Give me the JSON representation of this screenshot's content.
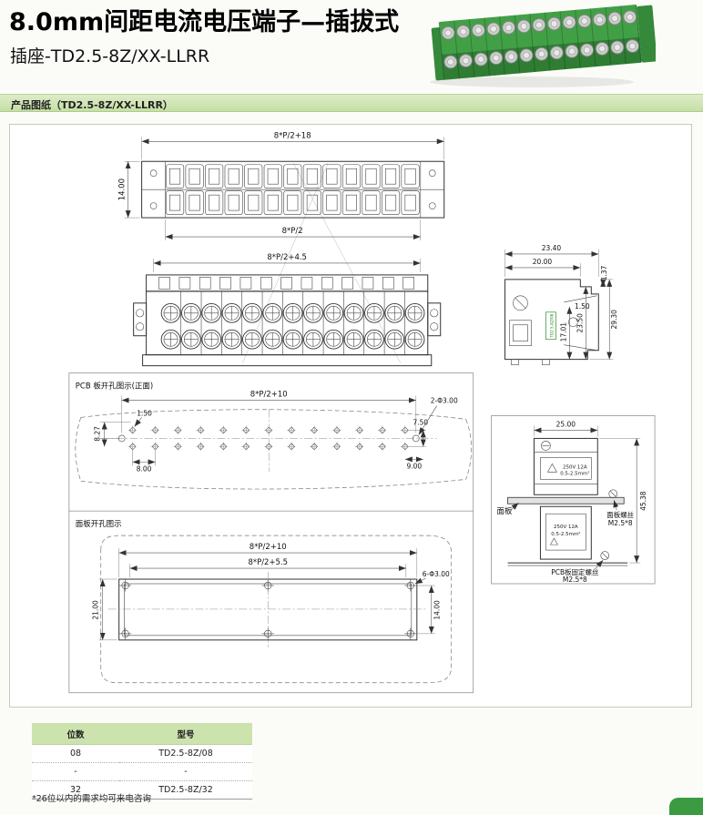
{
  "header": {
    "title": "8.0mm间距电流电压端子—插拔式",
    "subtitle": "插座-TD2.5-8Z/XX-LLRR",
    "section_label": "产品图纸（TD2.5-8Z/XX-LLRR）"
  },
  "colors": {
    "accent_green": "#41a046",
    "section_bar_green": "#cde3ae",
    "drawing_line": "#333333"
  },
  "drawing": {
    "top_view": {
      "dim_width_top": "8*P/2+18",
      "dim_height_left": "14.00",
      "dim_width_bottom": "8*P/2"
    },
    "front_view": {
      "dim_width_top": "8*P/2+4.5"
    },
    "side_view": {
      "dim_width_top": "23.40",
      "dim_width_inner": "20.00",
      "dim_step": "1.37",
      "dim_inner": "1.50",
      "dim_height_inner": "17.01",
      "dim_height_body": "23.50",
      "dim_height_outer": "29.30",
      "part_label": "TD2.5-8Z/08"
    },
    "pcb_view": {
      "title": "PCB 板开孔图示(正面)",
      "dim_width_top": "8*P/2+10",
      "dim_hole_offset": "1.50",
      "dim_edge_left": "8.27",
      "dim_pitch": "8.00",
      "dim_row_gap": "7.50",
      "dim_edge_right": "9.00",
      "holes_note": "2-Φ3.00"
    },
    "panel_view": {
      "title": "面板开孔图示",
      "dim_width_outer": "8*P/2+10",
      "dim_width_inner": "8*P/2+5.5",
      "holes_note": "6-Φ3.00",
      "dim_height_outer": "21.00",
      "dim_height_inner": "14.00"
    },
    "section_view": {
      "dim_width_top": "25.00",
      "dim_height_right": "45.38",
      "panel_label": "面板",
      "panel_screw_label": "面板螺丝",
      "panel_screw_spec": "M2.5*8",
      "pcb_screw_label": "PCB板固定螺丝",
      "pcb_screw_spec": "M2.5*8",
      "rating_top_line1": "250V 12A",
      "rating_top_line2": "0.5-2.5mm²",
      "rating_bottom_line1": "250V 12A",
      "rating_bottom_line2": "0.5-2.5mm²"
    }
  },
  "table": {
    "col_positions": "位数",
    "col_model": "型号",
    "rows": [
      {
        "positions": "08",
        "model": "TD2.5-8Z/08"
      },
      {
        "positions": "-",
        "model": "-"
      },
      {
        "positions": "32",
        "model": "TD2.5-8Z/32"
      }
    ]
  },
  "footnote": "*26位以内的需求均可来电咨询"
}
